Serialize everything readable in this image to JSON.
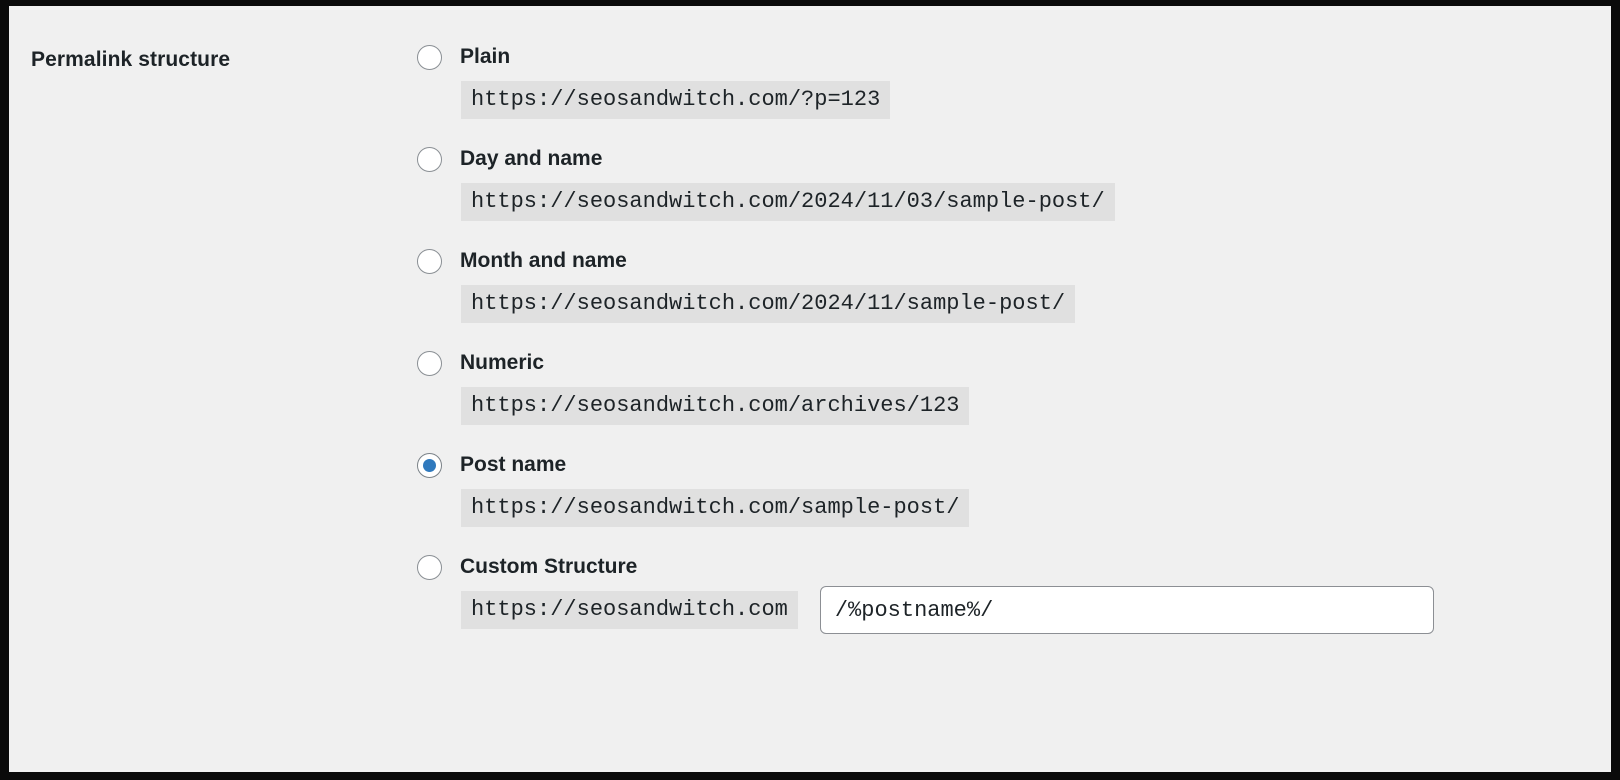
{
  "section": {
    "label": "Permalink structure"
  },
  "colors": {
    "accent": "#2f79bd",
    "page_background": "#f0f0f0",
    "code_background": "#e0e0e0",
    "text": "#1d2327",
    "frame": "#0a0a0a"
  },
  "options": [
    {
      "id": "plain",
      "label": "Plain",
      "url": "https://seosandwitch.com/?p=123",
      "selected": false
    },
    {
      "id": "day-and-name",
      "label": "Day and name",
      "url": "https://seosandwitch.com/2024/11/03/sample-post/",
      "selected": false
    },
    {
      "id": "month-and-name",
      "label": "Month and name",
      "url": "https://seosandwitch.com/2024/11/sample-post/",
      "selected": false
    },
    {
      "id": "numeric",
      "label": "Numeric",
      "url": "https://seosandwitch.com/archives/123",
      "selected": false
    },
    {
      "id": "post-name",
      "label": "Post name",
      "url": "https://seosandwitch.com/sample-post/",
      "selected": true
    },
    {
      "id": "custom-structure",
      "label": "Custom Structure",
      "url": "https://seosandwitch.com",
      "selected": false,
      "input": {
        "value": "/%postname%/",
        "placeholder": ""
      }
    }
  ]
}
